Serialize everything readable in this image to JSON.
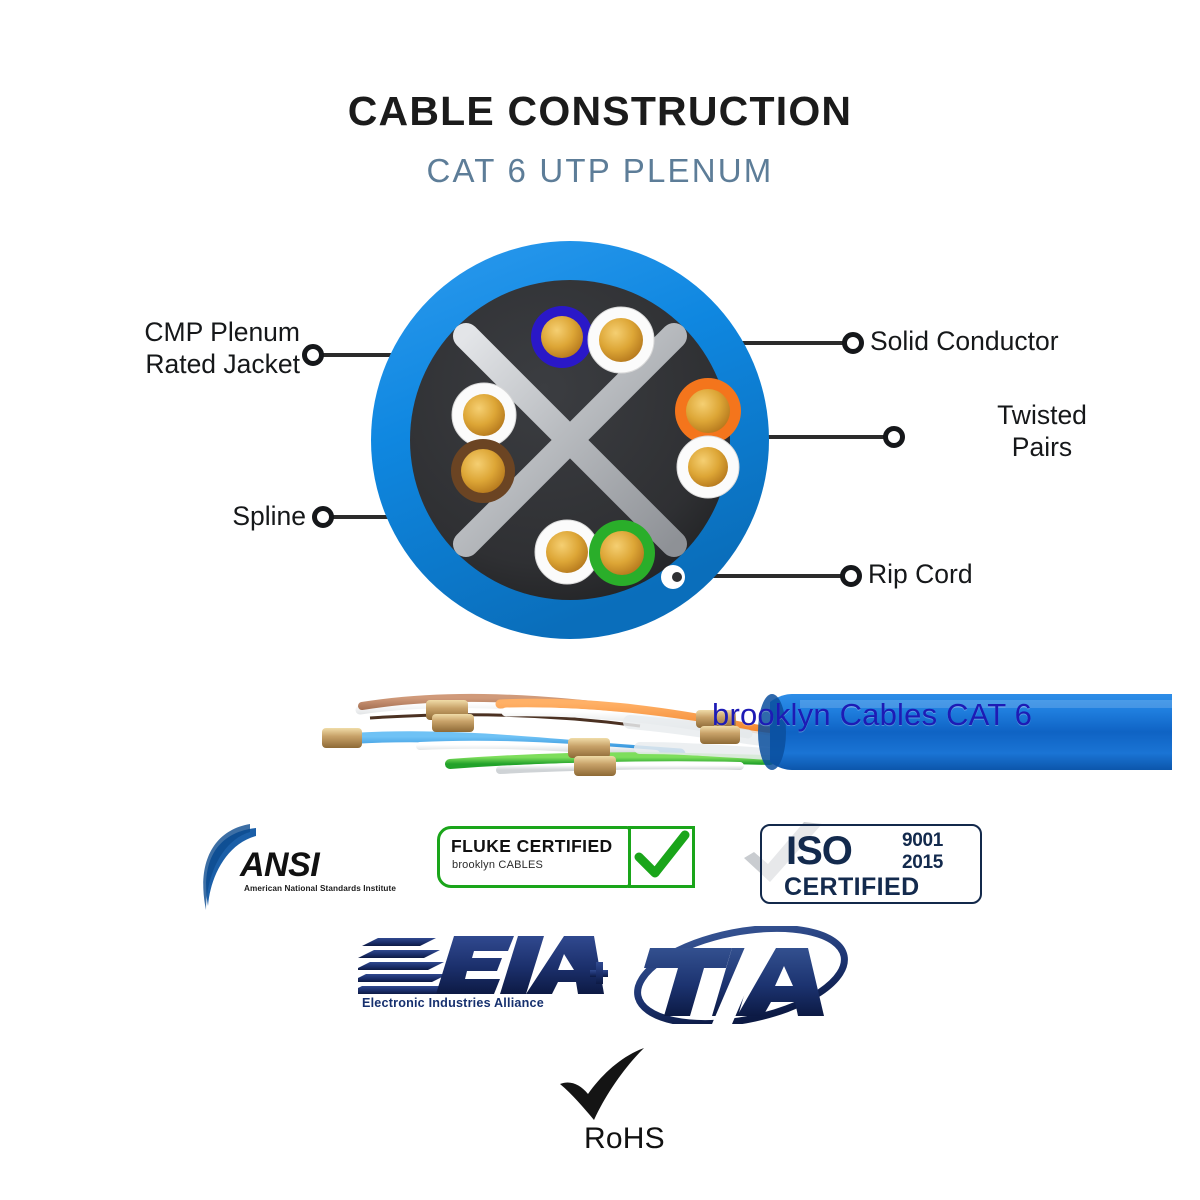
{
  "header": {
    "title": "CABLE CONSTRUCTION",
    "subtitle": "CAT 6 UTP PLENUM"
  },
  "colors": {
    "jacket_blue": "#0f87e0",
    "core_dark": "#2f3033",
    "spline_gray": "#b9bcc0",
    "copper": "#d59a2b",
    "pair_blue": "#2a18c8",
    "pair_orange": "#f4751c",
    "pair_green": "#2aae2a",
    "pair_brown": "#6b4423",
    "insulation_white": "#fbfbfb",
    "subtitle_slate": "#5d7d98",
    "brand_ink": "#1d1bb5",
    "ansi_blue": "#1b5fa8",
    "fluke_green": "#1aa51a",
    "iso_navy": "#132a4d",
    "eia_navy": "#16306e"
  },
  "diagram": {
    "name": "cat6-utp-cross-section",
    "callouts": [
      {
        "id": "cmp-plenum-rated-jacket",
        "label": "CMP Plenum\nRated Jacket",
        "side": "left"
      },
      {
        "id": "spline",
        "label": "Spline",
        "side": "left"
      },
      {
        "id": "solid-conductor",
        "label": "Solid Conductor",
        "side": "right"
      },
      {
        "id": "twisted-pairs",
        "label": "Twisted\nPairs",
        "side": "right"
      },
      {
        "id": "rip-cord",
        "label": "Rip Cord",
        "side": "right"
      }
    ],
    "conductors": [
      {
        "id": "pair-blue-solid",
        "insulation": "#2a18c8",
        "position": "top-left"
      },
      {
        "id": "pair-blue-white",
        "insulation": "#fbfbfb",
        "position": "top-right"
      },
      {
        "id": "pair-orange-solid",
        "insulation": "#f4751c",
        "position": "right-upper"
      },
      {
        "id": "pair-orange-white",
        "insulation": "#fbfbfb",
        "position": "right-lower"
      },
      {
        "id": "pair-brown-white",
        "insulation": "#fbfbfb",
        "position": "left-upper"
      },
      {
        "id": "pair-brown-solid",
        "insulation": "#6b4423",
        "position": "left-lower"
      },
      {
        "id": "pair-green-white",
        "insulation": "#fbfbfb",
        "position": "bottom-left"
      },
      {
        "id": "pair-green-solid",
        "insulation": "#2aae2a",
        "position": "bottom-right"
      }
    ],
    "rip_cord": {
      "id": "rip-cord-strand",
      "color": "#ffffff"
    }
  },
  "cable_photo": {
    "name": "cat6-cable-photograph",
    "jacket_print": "brooklyn Cables CAT 6"
  },
  "certifications": [
    {
      "id": "ansi",
      "name": "ANSI",
      "subtitle": "American National Standards Institute"
    },
    {
      "id": "fluke",
      "name": "FLUKE CERTIFIED",
      "subtitle": "brooklyn CABLES",
      "mark": "check"
    },
    {
      "id": "iso",
      "name": "ISO",
      "standard": "9001",
      "year": "2015",
      "status": "CERTIFIED",
      "mark": "check"
    },
    {
      "id": "eia",
      "name": "EIA",
      "subtitle": "Electronic Industries Alliance"
    },
    {
      "id": "tia",
      "name": "TIA",
      "subtitle": ""
    },
    {
      "id": "rohs",
      "name": "RoHS",
      "mark": "check"
    }
  ]
}
